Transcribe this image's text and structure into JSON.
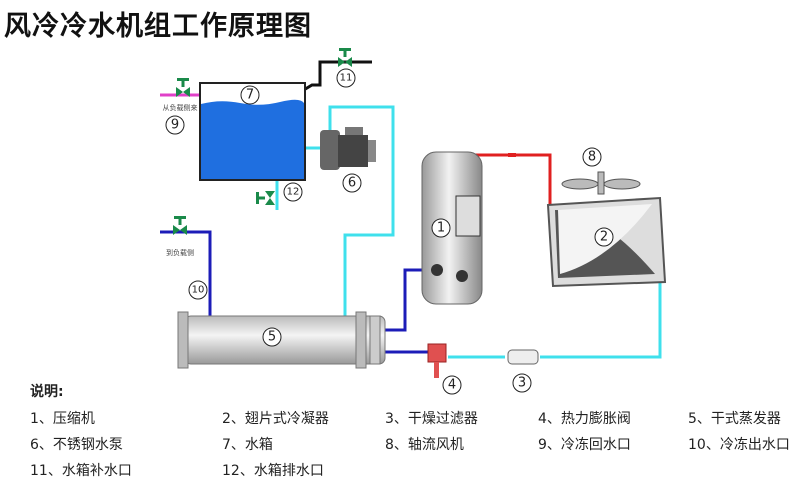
{
  "title": "风冷冷水机组工作原理图",
  "labels": {
    "return_from_load": "从负载侧来",
    "supply_to_load": "到负载侧"
  },
  "markers": [
    "1",
    "2",
    "3",
    "4",
    "5",
    "6",
    "7",
    "8",
    "9",
    "10",
    "11",
    "12"
  ],
  "legend": {
    "heading": "说明:",
    "items": [
      "1、压缩机",
      "2、翅片式冷凝器",
      "3、干燥过滤器",
      "4、热力膨胀阀",
      "5、干式蒸发器",
      "6、不锈钢水泵",
      "7、水箱",
      "8、轴流风机",
      "9、冷冻回水口",
      "10、冷冻出水口",
      "11、水箱补水口",
      "12、水箱排水口"
    ]
  },
  "colors": {
    "water_tank": "#1f6fe0",
    "chilled_water_pipe": "#3fe0ec",
    "hot_gas_pipe": "#e02020",
    "suction_pipe": "#1c1cb8",
    "return_pipe": "#e040c8",
    "valve": "#1a8a4a"
  }
}
